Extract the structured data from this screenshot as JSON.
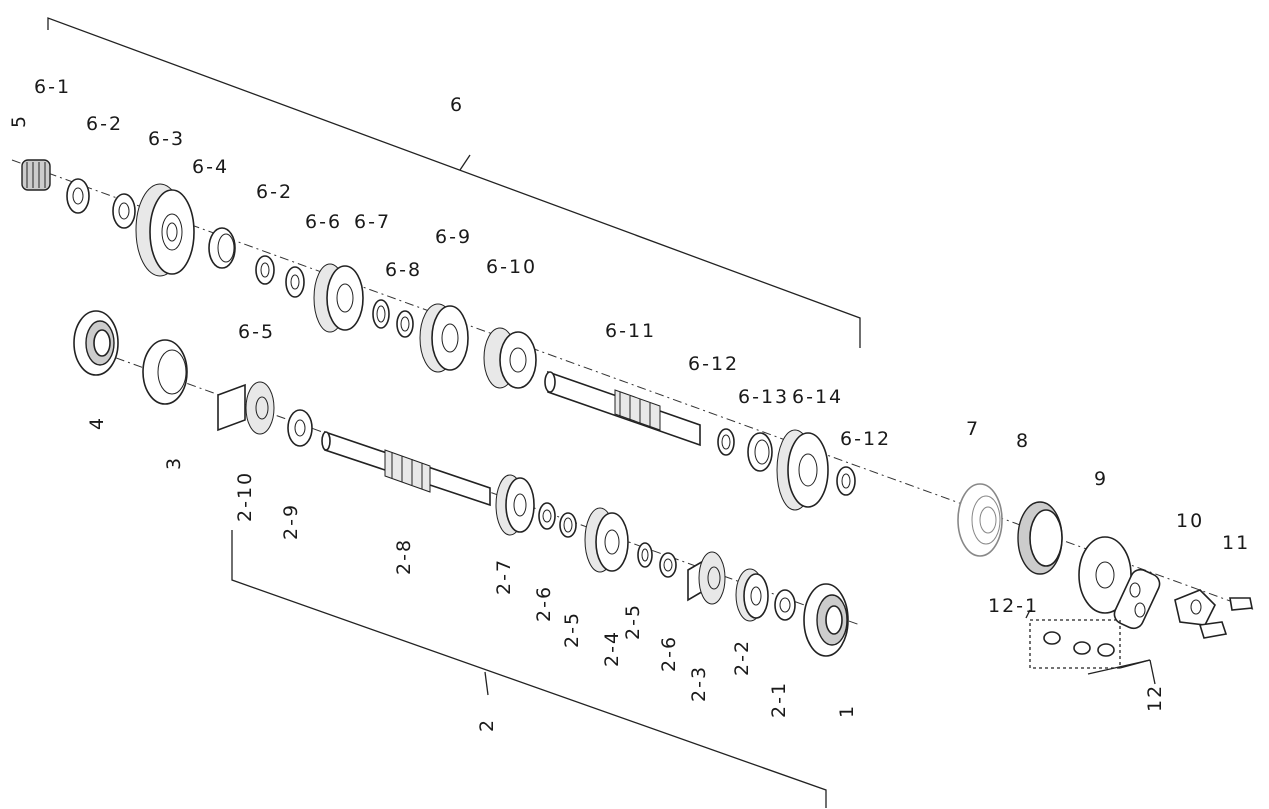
{
  "labels": {
    "l1": "1",
    "l2": "2",
    "l2_1": "2-1",
    "l2_2": "2-2",
    "l2_3": "2-3",
    "l2_4": "2-4",
    "l2_5a": "2-5",
    "l2_5b": "2-5",
    "l2_6a": "2-6",
    "l2_6b": "2-6",
    "l2_7": "2-7",
    "l2_8": "2-8",
    "l2_9": "2-9",
    "l2_10": "2-10",
    "l3": "3",
    "l4": "4",
    "l5": "5",
    "l6": "6",
    "l6_1": "6-1",
    "l6_2a": "6-2",
    "l6_2b": "6-2",
    "l6_3": "6-3",
    "l6_4": "6-4",
    "l6_5": "6-5",
    "l6_6": "6-6",
    "l6_7": "6-7",
    "l6_8": "6-8",
    "l6_9": "6-9",
    "l6_10": "6-10",
    "l6_11": "6-11",
    "l6_12a": "6-12",
    "l6_12b": "6-12",
    "l6_13": "6-13",
    "l6_14": "6-14",
    "l7": "7",
    "l8": "8",
    "l9": "9",
    "l10": "10",
    "l11": "11",
    "l12": "12",
    "l12_1": "12-1"
  }
}
